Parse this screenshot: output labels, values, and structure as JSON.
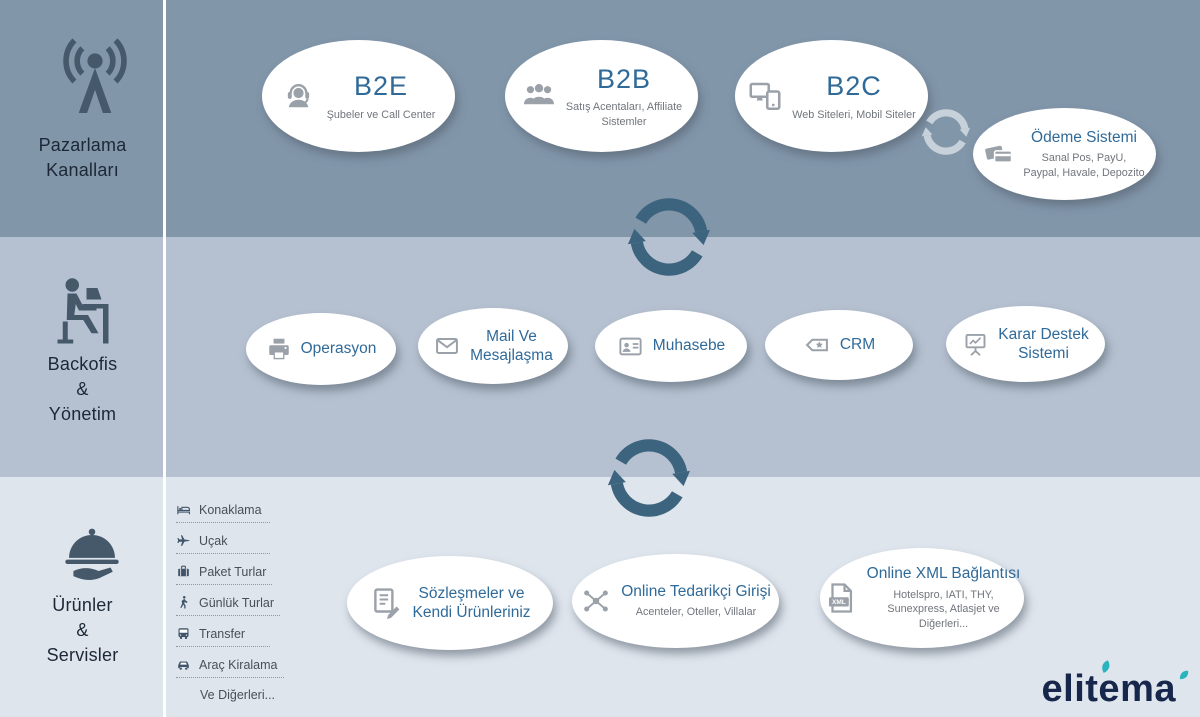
{
  "sidebar": {
    "marketing_label": "Pazarlama\nKanalları",
    "backoffice_label": "Backofis\n&\nYönetim",
    "products_label": "Ürünler\n&\nServisler"
  },
  "marketing": {
    "nodes": [
      {
        "icon": "headset-agent-icon",
        "title": "B2E",
        "subtitle": "Şubeler ve Call Center"
      },
      {
        "icon": "people-group-icon",
        "title": "B2B",
        "subtitle": "Satış Acentaları, Affiliate\nSistemler"
      },
      {
        "icon": "devices-icon",
        "title": "B2C",
        "subtitle": "Web Siteleri, Mobil Siteler"
      },
      {
        "icon": "credit-cards-icon",
        "title": "Ödeme Sistemi",
        "subtitle": "Sanal Pos, PayU,\nPaypal, Havale, Depozito"
      }
    ]
  },
  "backoffice": {
    "nodes": [
      {
        "icon": "fax-icon",
        "title": "Operasyon"
      },
      {
        "icon": "mail-icon",
        "title": "Mail Ve\nMesajlaşma"
      },
      {
        "icon": "ledger-icon",
        "title": "Muhasebe"
      },
      {
        "icon": "crm-tag-icon",
        "title": "CRM"
      },
      {
        "icon": "dashboard-icon",
        "title": "Karar Destek\nSistemi"
      }
    ]
  },
  "products": {
    "list": [
      {
        "icon": "bed-icon",
        "label": "Konaklama"
      },
      {
        "icon": "plane-icon",
        "label": "Uçak"
      },
      {
        "icon": "suitcase-icon",
        "label": "Paket Turlar"
      },
      {
        "icon": "walking-icon",
        "label": "Günlük Turlar"
      },
      {
        "icon": "bus-icon",
        "label": "Transfer"
      },
      {
        "icon": "car-icon",
        "label": "Araç Kiralama"
      },
      {
        "icon": "",
        "label": "Ve Diğerleri..."
      }
    ],
    "nodes": [
      {
        "icon": "contract-icon",
        "title": "Sözleşmeler ve\nKendi Ürünleriniz",
        "subtitle": ""
      },
      {
        "icon": "network-icon",
        "title": "Online Tedarikçi Girişi",
        "subtitle": "Acenteler, Oteller, Villalar"
      },
      {
        "icon": "xml-file-icon",
        "title": "Online XML Bağlantısı",
        "subtitle": "Hotelspro, IATI, THY,\nSunexpress, Atlasjet ve\nDiğerleri..."
      }
    ]
  },
  "logo": {
    "text": "elitema"
  },
  "colors": {
    "band_top": "#8296aa",
    "band_middle": "#b5c1d0",
    "band_bottom": "#dfe5ed",
    "node_title": "#2f6a99",
    "sync_dark": "#3d647e",
    "sync_light": "#c7d1da",
    "logo_navy": "#17264b",
    "logo_teal": "#2ab3bc"
  }
}
